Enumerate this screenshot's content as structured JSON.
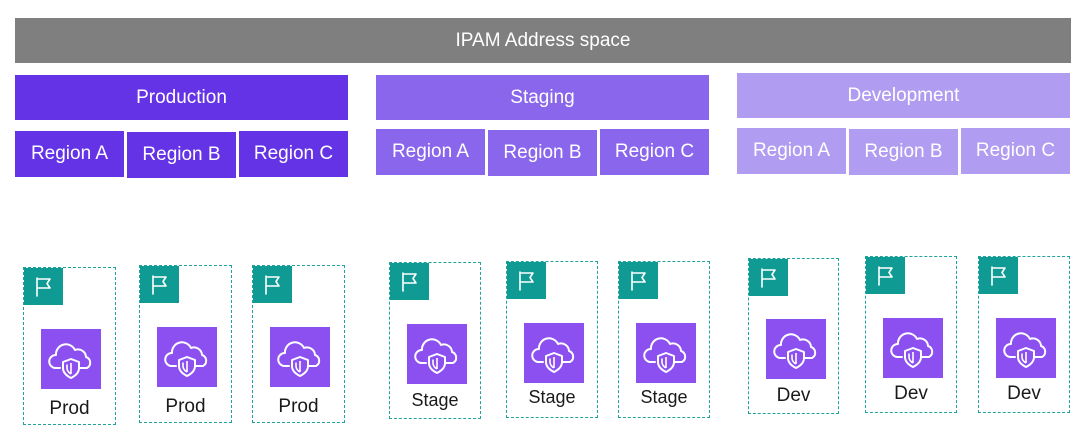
{
  "title": "IPAM Address space",
  "colors": {
    "top_bar": "#7f7f7f",
    "production": "#6433e6",
    "staging": "#8a66ec",
    "development": "#b09cf0",
    "card_border": "#1fa39a",
    "flag": "#0f9b93",
    "vpc_icon": "#8c4ff0"
  },
  "environments": [
    {
      "name": "Production",
      "regions": [
        "Region A",
        "Region B",
        "Region C"
      ],
      "accounts": [
        {
          "label": "Prod",
          "flag_icon": "flag-icon",
          "vpc_icon": "cloud-shield-icon"
        },
        {
          "label": "Prod",
          "flag_icon": "flag-icon",
          "vpc_icon": "cloud-shield-icon"
        },
        {
          "label": "Prod",
          "flag_icon": "flag-icon",
          "vpc_icon": "cloud-shield-icon"
        }
      ]
    },
    {
      "name": "Staging",
      "regions": [
        "Region A",
        "Region B",
        "Region C"
      ],
      "accounts": [
        {
          "label": "Stage",
          "flag_icon": "flag-icon",
          "vpc_icon": "cloud-shield-icon"
        },
        {
          "label": "Stage",
          "flag_icon": "flag-icon",
          "vpc_icon": "cloud-shield-icon"
        },
        {
          "label": "Stage",
          "flag_icon": "flag-icon",
          "vpc_icon": "cloud-shield-icon"
        }
      ]
    },
    {
      "name": "Development",
      "regions": [
        "Region A",
        "Region B",
        "Region C"
      ],
      "accounts": [
        {
          "label": "Dev",
          "flag_icon": "flag-icon",
          "vpc_icon": "cloud-shield-icon"
        },
        {
          "label": "Dev",
          "flag_icon": "flag-icon",
          "vpc_icon": "cloud-shield-icon"
        },
        {
          "label": "Dev",
          "flag_icon": "flag-icon",
          "vpc_icon": "cloud-shield-icon"
        }
      ]
    }
  ]
}
